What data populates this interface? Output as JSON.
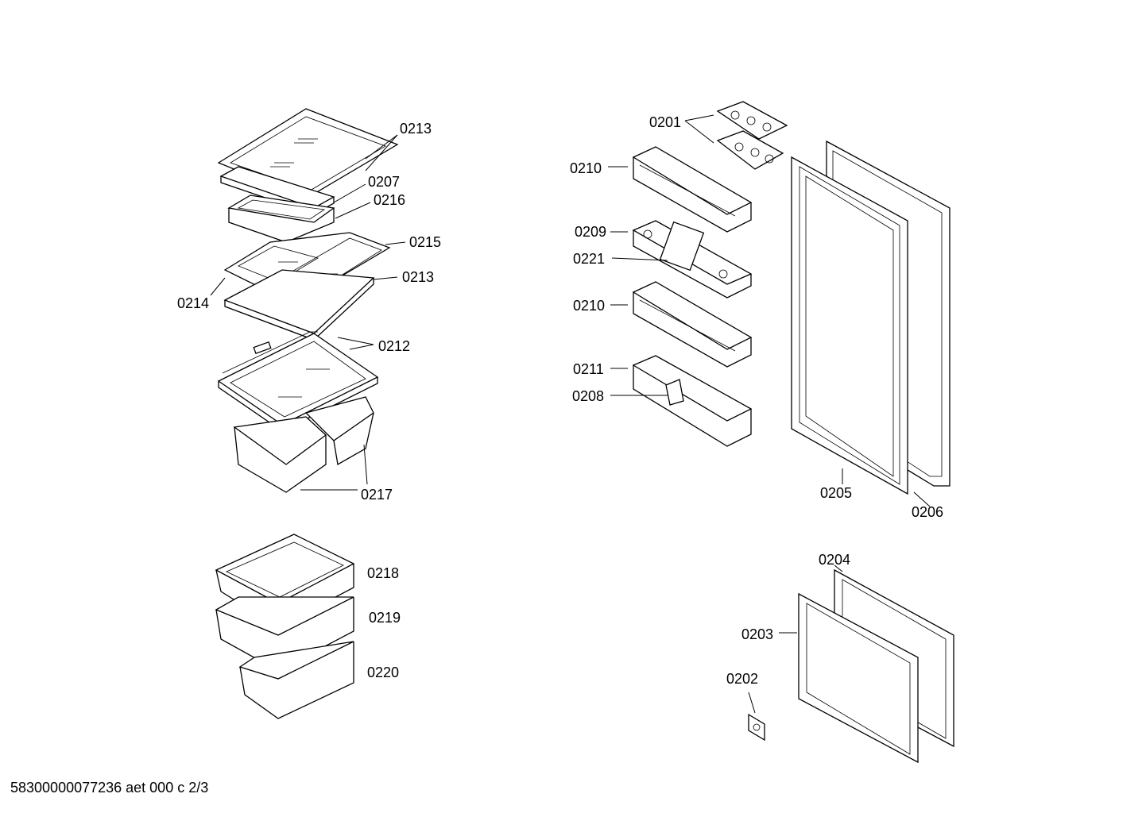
{
  "diagram": {
    "part_labels": {
      "p0213a": "0213",
      "p0207": "0207",
      "p0216": "0216",
      "p0215": "0215",
      "p0213b": "0213",
      "p0214": "0214",
      "p0212": "0212",
      "p0217": "0217",
      "p0218": "0218",
      "p0219": "0219",
      "p0220": "0220",
      "p0201": "0201",
      "p0210a": "0210",
      "p0209": "0209",
      "p0221": "0221",
      "p0210b": "0210",
      "p0211": "0211",
      "p0208": "0208",
      "p0205": "0205",
      "p0206": "0206",
      "p0204": "0204",
      "p0203": "0203",
      "p0202": "0202"
    },
    "footer": "58300000077236 aet 000 c 2/3"
  }
}
